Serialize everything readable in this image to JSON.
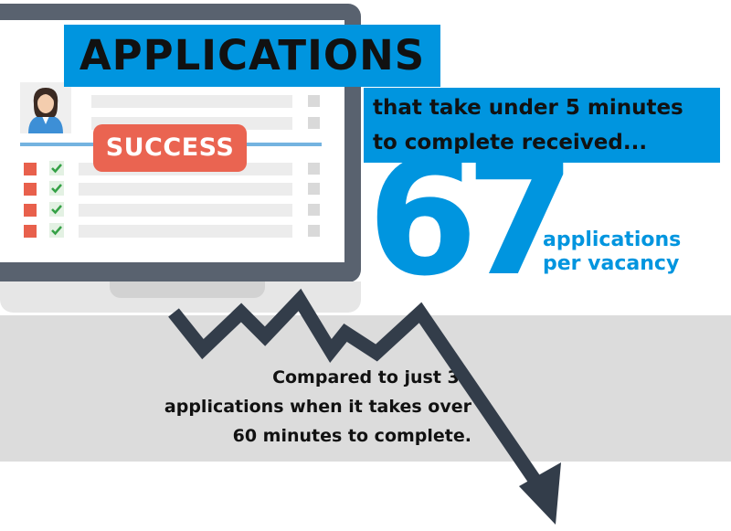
{
  "infographic": {
    "heading": "APPLICATIONS",
    "subheading": "that take under 5 minutes\nto complete received...",
    "big_number": "67",
    "big_number_caption": "applications\nper vacancy",
    "comparison": "Compared to just 31\napplications when it takes over\n60 minutes to complete.",
    "badge": "SUCCESS"
  },
  "colors": {
    "accent_blue": "#0095df",
    "badge_red": "#ea6451",
    "laptop_grey": "#59626f",
    "arrow_dark": "#333d4a",
    "band_grey": "#dcdcdc"
  },
  "icons": [
    "person-avatar-icon",
    "checkmark-icon",
    "downward-trend-arrow-icon"
  ]
}
